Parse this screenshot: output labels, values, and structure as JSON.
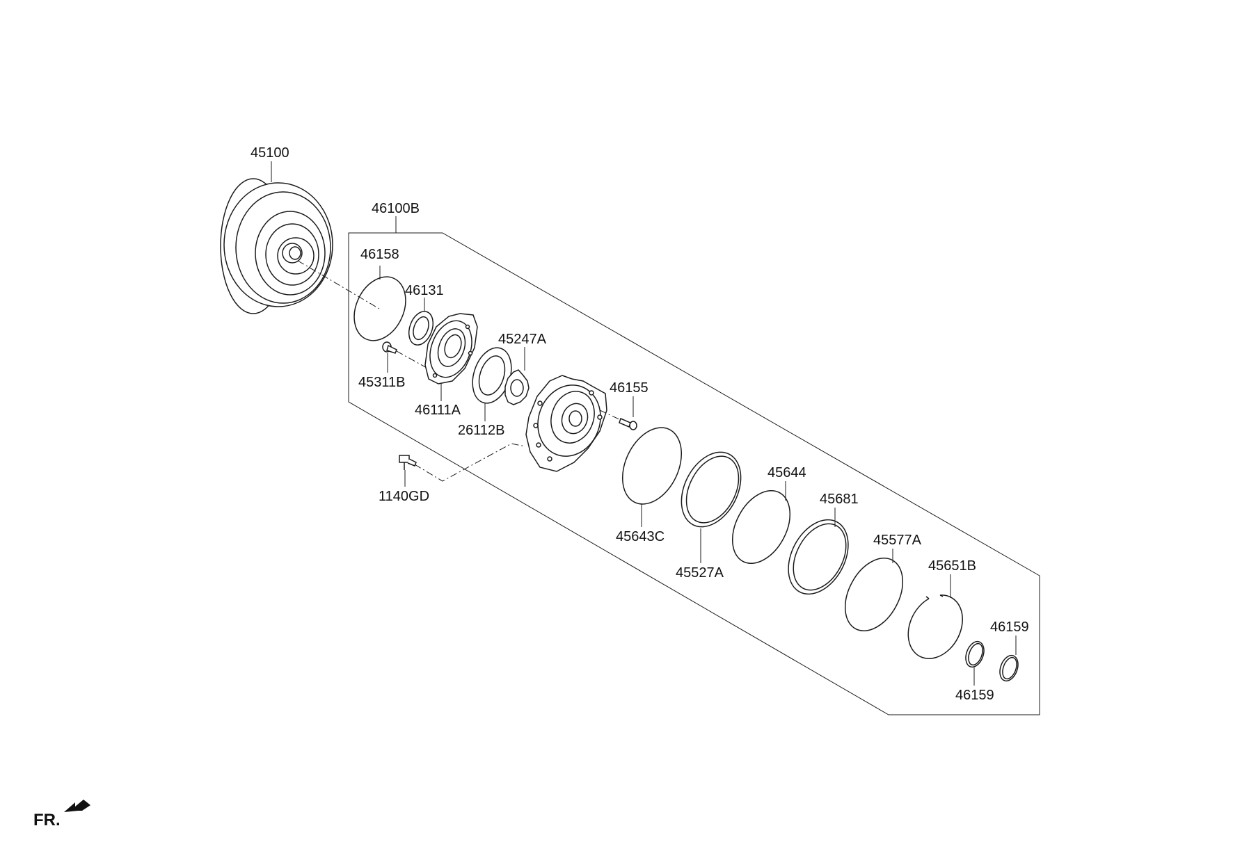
{
  "labels": {
    "p45100": "45100",
    "p46100B": "46100B",
    "p46158": "46158",
    "p46131": "46131",
    "p45247A": "45247A",
    "p45311B": "45311B",
    "p46111A": "46111A",
    "p26112B": "26112B",
    "p46155": "46155",
    "p1140GD": "1140GD",
    "p45643C": "45643C",
    "p45527A": "45527A",
    "p45644": "45644",
    "p45681": "45681",
    "p45577A": "45577A",
    "p45651B": "45651B",
    "p46159_top": "46159",
    "p46159_bottom": "46159"
  },
  "direction_marker": {
    "text": "FR.",
    "icon": "front-arrow-icon"
  }
}
